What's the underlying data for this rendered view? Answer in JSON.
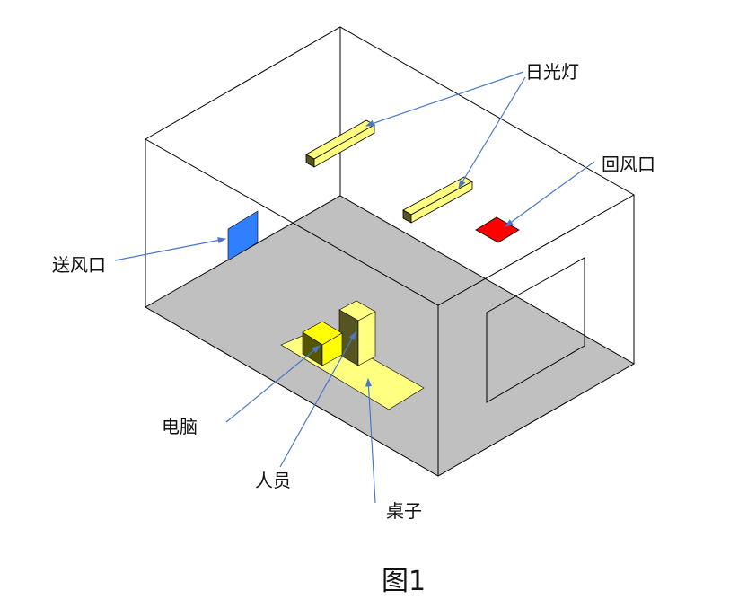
{
  "labels": {
    "light": "日光灯",
    "return_vent": "回风口",
    "supply_vent": "送风口",
    "computer": "电脑",
    "person": "人员",
    "desk": "桌子"
  },
  "caption": "图1",
  "colors": {
    "floor": "#c0c0c0",
    "supply_vent": "#2f7fff",
    "return_vent": "#ff0000",
    "yellow": "#ffff80",
    "computer": "#ffff00",
    "arrow": "#4a78c8"
  }
}
